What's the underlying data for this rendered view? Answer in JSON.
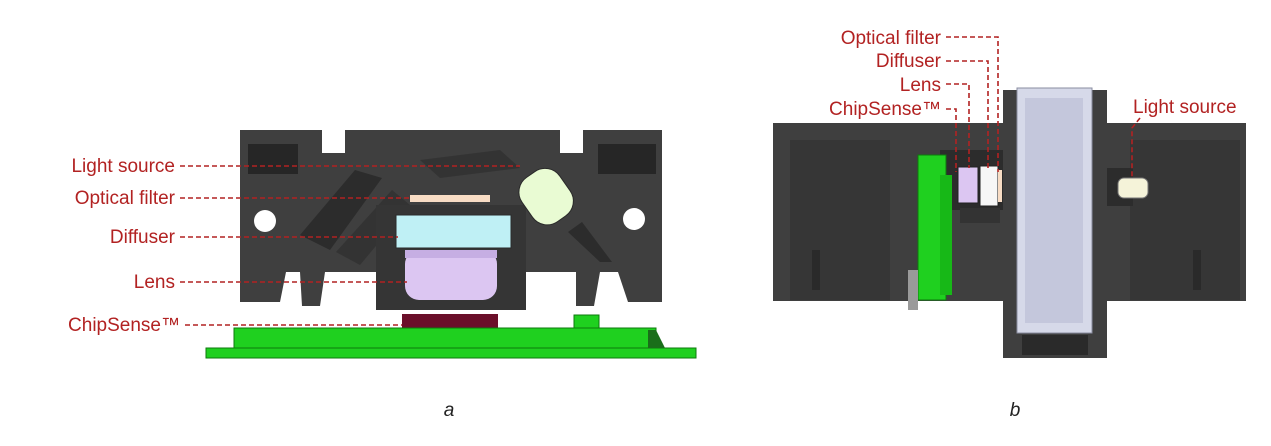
{
  "panel_a": {
    "caption": "a",
    "labels": {
      "light_source": "Light source",
      "optical_filter": "Optical filter",
      "diffuser": "Diffuser",
      "lens": "Lens",
      "chipsense": "ChipSense™"
    }
  },
  "panel_b": {
    "caption": "b",
    "labels": {
      "optical_filter": "Optical filter",
      "diffuser": "Diffuser",
      "lens": "Lens",
      "chipsense": "ChipSense™",
      "light_source": "Light source"
    }
  },
  "colors": {
    "housing": "#3f3f3f",
    "housing_dark": "#2a2a2a",
    "pcb": "#1fd01f",
    "chip": "#6b0f2a",
    "filter": "#f8dcc4",
    "diffuser": "#bff0f5",
    "lens": "#dcc6f2",
    "light_source": "#e9fbd3",
    "label": "#b22222"
  }
}
